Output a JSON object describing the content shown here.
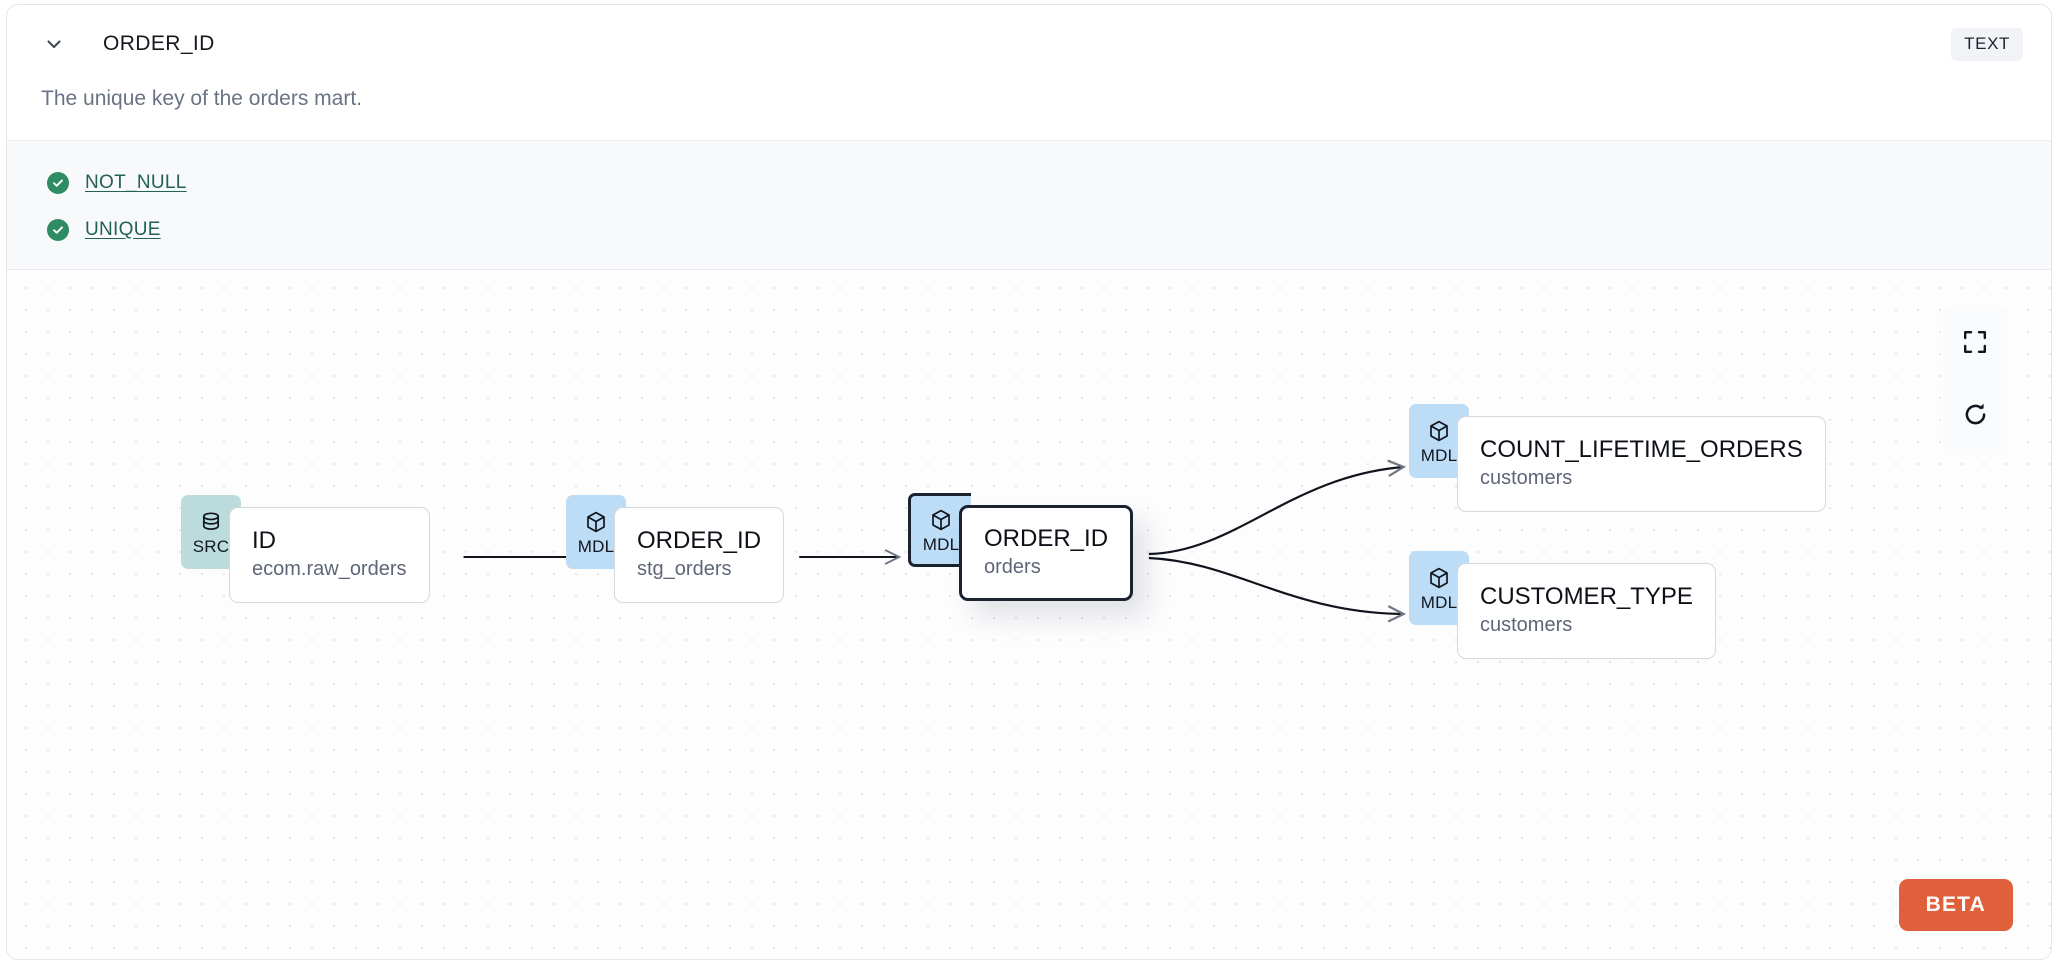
{
  "header": {
    "collapse_icon": "chevron-down-icon",
    "column_name": "ORDER_ID",
    "data_type_badge": "TEXT"
  },
  "description": "The unique key of the orders mart.",
  "tests": {
    "items": [
      {
        "status_icon": "check-circle-icon",
        "label": "NOT_NULL",
        "status": "pass"
      },
      {
        "status_icon": "check-circle-icon",
        "label": "UNIQUE",
        "status": "pass"
      }
    ]
  },
  "lineage": {
    "nodes": [
      {
        "badge": "SRC",
        "icon": "database-icon",
        "name": "ID",
        "parent": "ecom.raw_orders",
        "highlight": false
      },
      {
        "badge": "MDL",
        "icon": "cube-icon",
        "name": "ORDER_ID",
        "parent": "stg_orders",
        "highlight": false
      },
      {
        "badge": "MDL",
        "icon": "cube-icon",
        "name": "ORDER_ID",
        "parent": "orders",
        "highlight": true
      },
      {
        "badge": "MDL",
        "icon": "cube-icon",
        "name": "COUNT_LIFETIME_ORDERS",
        "parent": "customers",
        "highlight": false
      },
      {
        "badge": "MDL",
        "icon": "cube-icon",
        "name": "CUSTOMER_TYPE",
        "parent": "customers",
        "highlight": false
      }
    ],
    "controls": [
      {
        "icon": "fit-view-icon",
        "name": "fit-view"
      },
      {
        "icon": "refresh-icon",
        "name": "reset-layout"
      }
    ],
    "beta_label": "BETA"
  },
  "colors": {
    "src_badge": "#BCDCDB",
    "mdl_badge": "#BDDCF5",
    "test_pass": "#2E8B62",
    "test_link": "#226252",
    "beta": "#E0603C",
    "highlight_border": "#1B2230"
  }
}
